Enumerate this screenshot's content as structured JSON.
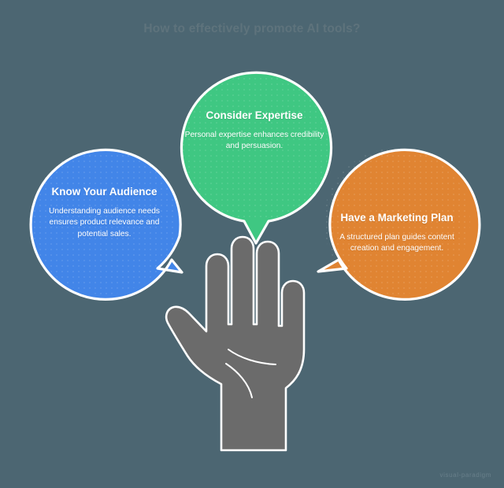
{
  "page": {
    "title": "How to effectively promote AI tools?",
    "background_color": "#4c6672",
    "watermark": "visual-paradigm"
  },
  "palette": {
    "background": "#4c6672",
    "title_text": "#5e737c",
    "blue": "#4285e8",
    "green": "#3fc782",
    "orange": "#e08432",
    "hand": "#6b6b6b",
    "outline": "#ffffff",
    "bubble_text": "#ffffff"
  },
  "bubbles": [
    {
      "id": "know-your-audience",
      "heading": "Know Your Audience",
      "body": "Understanding audience needs ensures product relevance and potential sales.",
      "color": "#4285e8",
      "tail_direction": "down-right"
    },
    {
      "id": "consider-expertise",
      "heading": "Consider Expertise",
      "body": "Personal expertise enhances credibility and persuasion.",
      "color": "#3fc782",
      "tail_direction": "down"
    },
    {
      "id": "have-a-marketing-plan",
      "heading": "Have a Marketing Plan",
      "body": "A structured plan guides content creation and engagement.",
      "color": "#e08432",
      "tail_direction": "down-left"
    }
  ],
  "illustration": {
    "name": "open-hand",
    "description": "Open raised palm with five fingers",
    "fill": "#6b6b6b",
    "outline": "#ffffff"
  }
}
